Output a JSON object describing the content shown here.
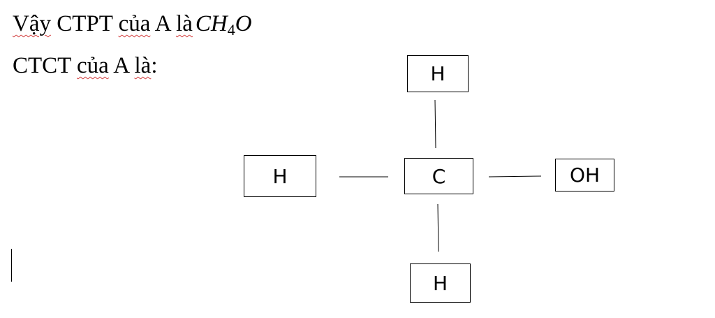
{
  "text": {
    "line1": {
      "word1": "Vậy",
      "middle": " CTPT ",
      "word2": "của",
      "middle2": " A ",
      "word3": "là",
      "formula_main": "CH",
      "formula_sub": "4",
      "formula_end": "O"
    },
    "line2": {
      "prefix": "CTCT ",
      "word1": "của",
      "middle": " A ",
      "word2": "là",
      "suffix": ":"
    }
  },
  "structure": {
    "top_atom": "H",
    "left_atom": "H",
    "center_atom": "C",
    "right_group": "OH",
    "bottom_atom": "H"
  },
  "colors": {
    "spellcheck_underline": "#d23c3c"
  }
}
